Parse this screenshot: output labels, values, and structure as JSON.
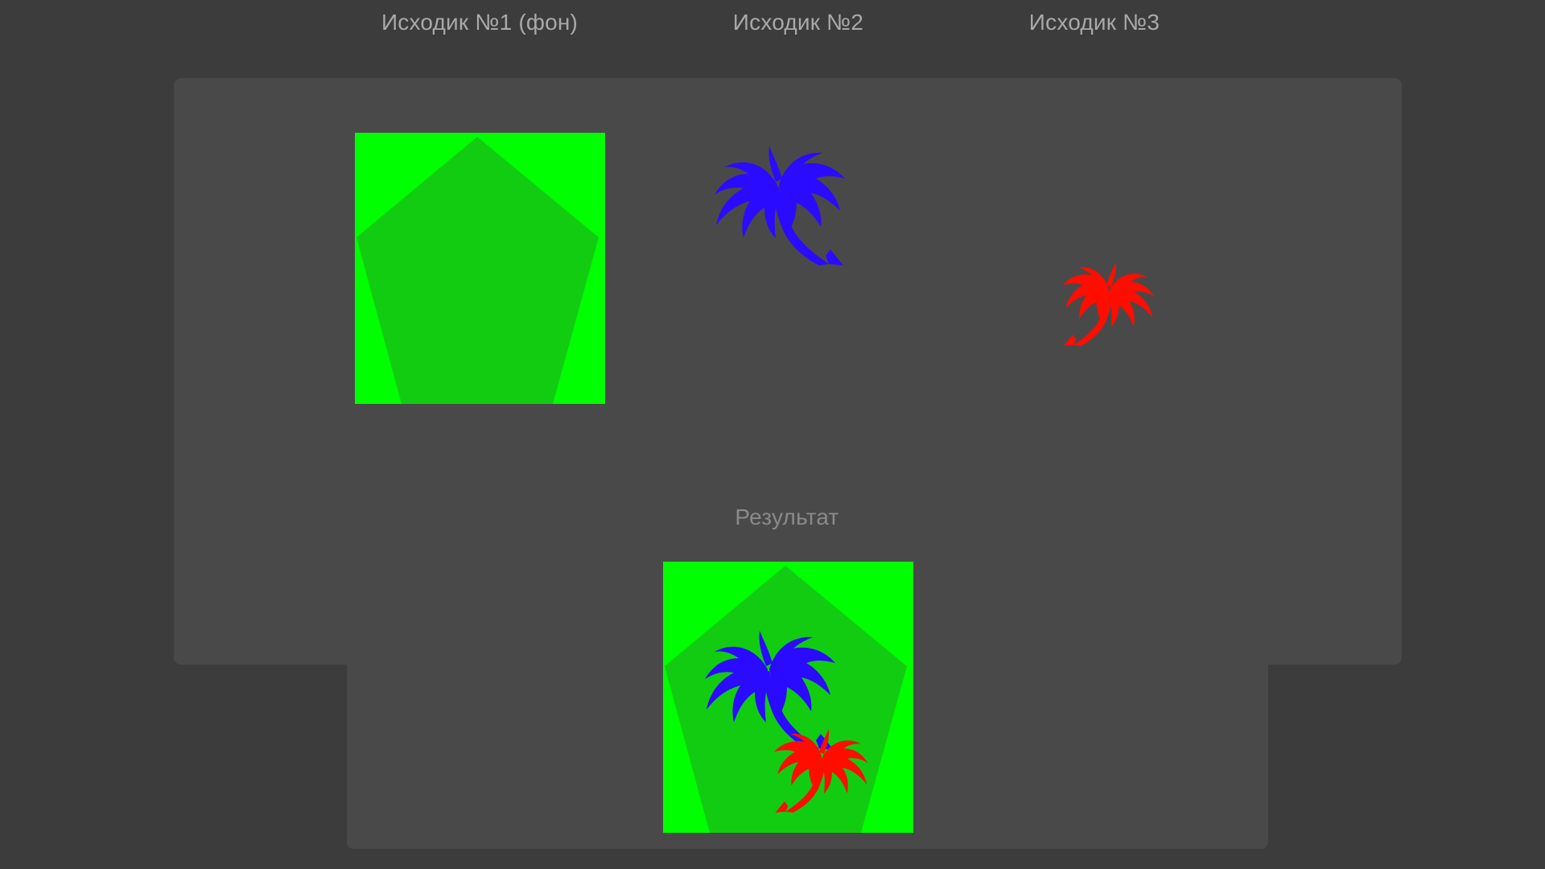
{
  "labels": {
    "source1": "Исходик №1 (фон)",
    "source2": "Исходик №2",
    "source3": "Исходик №3",
    "result": "Результат"
  },
  "colors": {
    "page_background": "#3c3c3c",
    "panel_background": "#4a4949",
    "label_text": "#a9a9a9",
    "result_label_text": "#8a8a8a",
    "bright_green": "#00ff00",
    "pentagon_green": "#12cc12",
    "palm_blue": "#2a0bff",
    "palm_red": "#ff0d00"
  },
  "images": {
    "source1": "green-square-with-pentagon",
    "source2": "blue-palm-tree-silhouette",
    "source3": "red-palm-tree-silhouette",
    "result": "composite-palms-over-pentagon"
  }
}
